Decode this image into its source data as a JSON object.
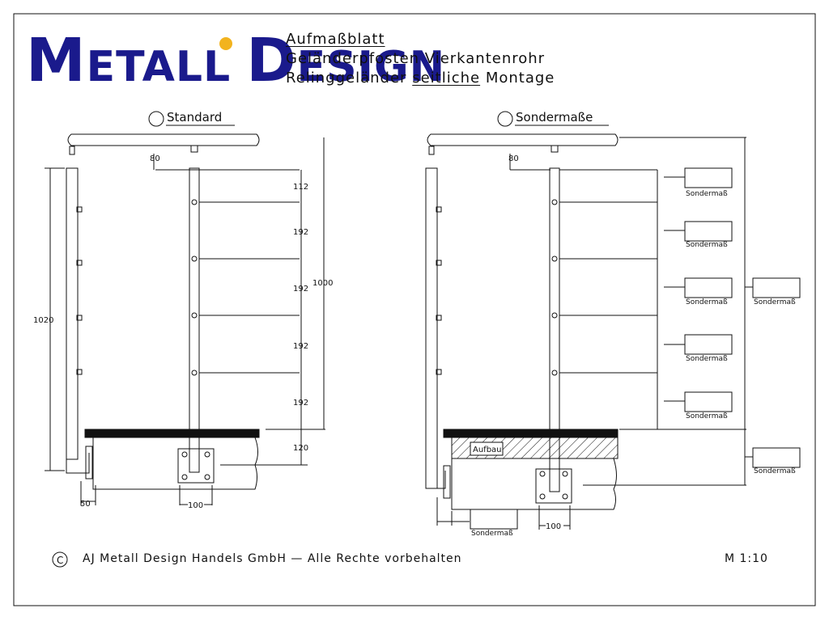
{
  "logo": {
    "text": "Metall Design",
    "dot_color": "#f2b31e",
    "color": "#1a1a8c"
  },
  "title": {
    "line1": "Aufmaßblatt",
    "line2": "Geländerpfosten Vierkantenrohr",
    "line3_a": "Relinggeländer",
    "line3_b": "seitliche",
    "line3_c": "Montage"
  },
  "standard": {
    "label": "Standard",
    "dim_80": "80",
    "dim_1020": "1020",
    "dim_1000": "1000",
    "dims": [
      "112",
      "192",
      "192",
      "192",
      "192"
    ],
    "dim_120": "120",
    "dim_50": "50",
    "dim_100": "100"
  },
  "special": {
    "label": "Sondermaße",
    "dim_80": "80",
    "box_label": "Sondermaß",
    "aufbau": "Aufbau",
    "dim_100": "100"
  },
  "footer": {
    "copyright_symbol": "C",
    "text": "AJ Metall Design Handels GmbH — Alle Rechte vorbehalten",
    "scale": "M 1:10"
  }
}
